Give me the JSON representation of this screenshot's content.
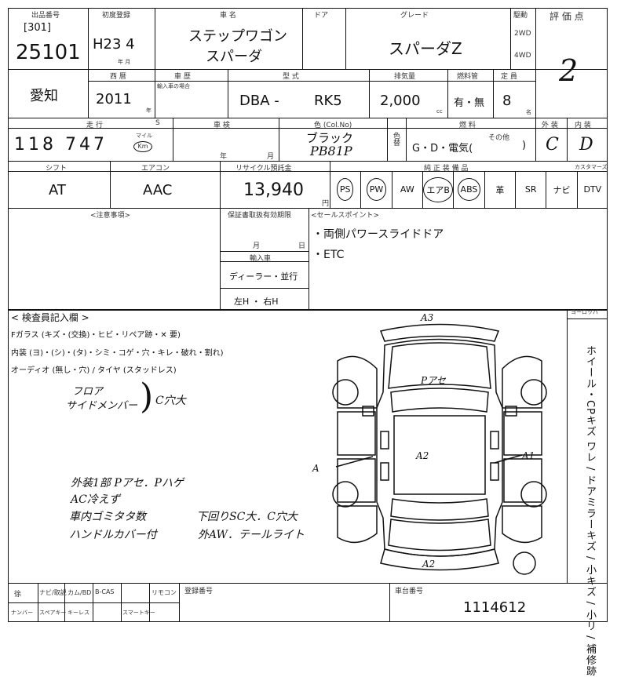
{
  "header": {
    "venue_label": "出品番号",
    "lot_tag": "[301]",
    "lot_number": "25101",
    "first_reg_label": "初度登録",
    "first_reg": "H23 4",
    "year_month_sub": "年 月",
    "model_label": "車 名",
    "model_name_line1": "ステップワゴン",
    "model_name_line2": "スパーダ",
    "door_label": "ドア",
    "grade_label": "グレード",
    "grade": "スパーダZ",
    "drive_label": "駆動",
    "drive_2wd": "2WD",
    "drive_4wd": "4WD",
    "score_label": "評 価 点",
    "score": "2"
  },
  "row2": {
    "region": "愛知",
    "year_label": "西 暦",
    "year": "2011",
    "year_sub": "年",
    "shaken_label": "車 歴",
    "shaken_sub": "輸入車の場合",
    "type_label": "型 式",
    "type_prefix": "DBA -",
    "type_code": "RK5",
    "displacement_label": "排気量",
    "displacement": "2,000",
    "cc": "cc",
    "fuel_label": "燃料管",
    "fuel": "有・無",
    "capacity_label": "定 員",
    "capacity": "8",
    "capacity_sub": "名"
  },
  "row3": {
    "mileage_label": "走 行",
    "mileage_unit_s": "S",
    "mileage": "118 747",
    "mileage_unit_mile": "マイル",
    "mileage_unit_km": "Km",
    "inspection_label": "車 検",
    "inspection_year": "年",
    "inspection_month": "月",
    "color_label": "色 (Col.No)",
    "color": "ブラック",
    "color_no": "PB81P",
    "color_change_label": "色替",
    "fuel_type_label": "燃 料",
    "fuel_type": "G・D・電気(",
    "fuel_other": "その他",
    "fuel_close": ")",
    "exterior_label": "外 装",
    "exterior": "C",
    "interior_label": "内 装",
    "interior": "D"
  },
  "row4": {
    "shift_label": "シフト",
    "shift": "AT",
    "aircon_label": "エアコン",
    "aircon": "AAC",
    "recycle_label": "リサイクル預託金",
    "recycle": "13,940",
    "yen": "円",
    "equipment_label": "純 正 装 備 品",
    "equipment": [
      "PS",
      "PW",
      "AW",
      "エアB",
      "ABS",
      "革",
      "SR",
      "ナビ",
      "DTV"
    ],
    "equipment_circled": [
      "PS",
      "PW",
      "エアB",
      "ABS"
    ],
    "crossed_label": "カスタマーズ"
  },
  "row5": {
    "notes_label": "<注意事項>",
    "warranty_label": "保証書取扱有効期限",
    "warranty_month": "月",
    "warranty_day": "日",
    "import_label": "輸入車",
    "import_value": "ディーラー・並行",
    "handle_value": "左H ・ 右H",
    "sales_label": "<セールスポイント>",
    "sales_points": [
      "・両側パワースライドドア",
      "・ETC"
    ]
  },
  "inspector": {
    "title": "< 検査員記入欄 >",
    "line1": "Fガラス (キズ・(交換)・ヒビ・リペア跡・✕ 要)",
    "line2": "内装 (ヨ)・(シ)・(タ)・シミ・コゲ・穴・キレ・破れ・割れ)",
    "line3": "オーディオ (無し・穴) / タイヤ (スタッドレス)",
    "note_a1": "フロア",
    "note_a2": "サイドメンバー",
    "note_a3": "C穴大",
    "note_b1": "外装1部 Pアセ．Pハゲ",
    "note_b2": "AC冷えず",
    "note_b3": "車内ゴミタタ数",
    "note_b4": "ハンドルカバー付",
    "note_c1": "下回りSC大．C穴大",
    "note_c2": "外AW．テールライト"
  },
  "diagram": {
    "marks": [
      "A3",
      "Pアセ",
      "A2",
      "A1",
      "A",
      "A2"
    ],
    "side_label": "ホイール・CPキズ ワレ / ドアミラーキズ / 小キズ / 小リ / 補修跡",
    "side_label_top": "ヨーロッパ"
  },
  "footer": {
    "cells_top": [
      "徐",
      "ナビ/取説",
      "カム/BD",
      "B-CAS",
      "リモコン"
    ],
    "cells_bottom": [
      "ナンバー",
      "スペアキー",
      "キーレス",
      "スマートキー"
    ],
    "reg_label": "登録番号",
    "chassis_label": "車台番号",
    "chassis": "1114612"
  }
}
